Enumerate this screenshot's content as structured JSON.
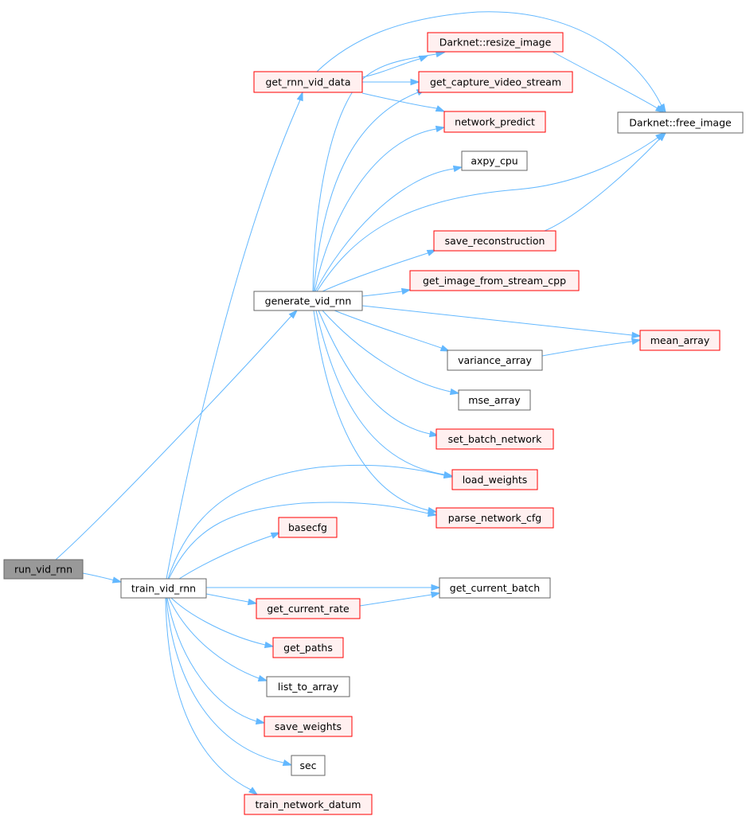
{
  "colors": {
    "edge": "#63b8ff",
    "root_fill": "#999999",
    "root_stroke": "#666666",
    "plain_fill": "#ffffff",
    "plain_stroke": "#666666",
    "external_fill": "#fff0f0",
    "external_stroke": "#ff0000"
  },
  "nodes": {
    "run_vid_rnn": {
      "label": "run_vid_rnn",
      "style": "root"
    },
    "get_rnn_vid_data": {
      "label": "get_rnn_vid_data",
      "style": "external"
    },
    "generate_vid_rnn": {
      "label": "generate_vid_rnn",
      "style": "plain"
    },
    "train_vid_rnn": {
      "label": "train_vid_rnn",
      "style": "plain"
    },
    "resize_image": {
      "label": "Darknet::resize_image",
      "style": "external"
    },
    "get_capture_video_stream": {
      "label": "get_capture_video_stream",
      "style": "external"
    },
    "network_predict": {
      "label": "network_predict",
      "style": "external"
    },
    "free_image": {
      "label": "Darknet::free_image",
      "style": "plain"
    },
    "axpy_cpu": {
      "label": "axpy_cpu",
      "style": "plain"
    },
    "save_reconstruction": {
      "label": "save_reconstruction",
      "style": "external"
    },
    "get_image_from_stream_cpp": {
      "label": "get_image_from_stream_cpp",
      "style": "external"
    },
    "mean_array": {
      "label": "mean_array",
      "style": "external"
    },
    "variance_array": {
      "label": "variance_array",
      "style": "plain"
    },
    "mse_array": {
      "label": "mse_array",
      "style": "plain"
    },
    "set_batch_network": {
      "label": "set_batch_network",
      "style": "external"
    },
    "load_weights": {
      "label": "load_weights",
      "style": "external"
    },
    "parse_network_cfg": {
      "label": "parse_network_cfg",
      "style": "external"
    },
    "basecfg": {
      "label": "basecfg",
      "style": "external"
    },
    "get_current_batch": {
      "label": "get_current_batch",
      "style": "plain"
    },
    "get_current_rate": {
      "label": "get_current_rate",
      "style": "external"
    },
    "get_paths": {
      "label": "get_paths",
      "style": "external"
    },
    "list_to_array": {
      "label": "list_to_array",
      "style": "plain"
    },
    "save_weights": {
      "label": "save_weights",
      "style": "external"
    },
    "sec": {
      "label": "sec",
      "style": "plain"
    },
    "train_network_datum": {
      "label": "train_network_datum",
      "style": "external"
    }
  },
  "edges": [
    {
      "from": "run_vid_rnn",
      "to": "generate_vid_rnn"
    },
    {
      "from": "run_vid_rnn",
      "to": "train_vid_rnn"
    },
    {
      "from": "get_rnn_vid_data",
      "to": "resize_image"
    },
    {
      "from": "get_rnn_vid_data",
      "to": "get_capture_video_stream"
    },
    {
      "from": "get_rnn_vid_data",
      "to": "network_predict"
    },
    {
      "from": "get_rnn_vid_data",
      "to": "free_image"
    },
    {
      "from": "resize_image",
      "to": "free_image"
    },
    {
      "from": "save_reconstruction",
      "to": "free_image"
    },
    {
      "from": "generate_vid_rnn",
      "to": "resize_image"
    },
    {
      "from": "generate_vid_rnn",
      "to": "get_capture_video_stream"
    },
    {
      "from": "generate_vid_rnn",
      "to": "network_predict"
    },
    {
      "from": "generate_vid_rnn",
      "to": "axpy_cpu"
    },
    {
      "from": "generate_vid_rnn",
      "to": "free_image"
    },
    {
      "from": "generate_vid_rnn",
      "to": "save_reconstruction"
    },
    {
      "from": "generate_vid_rnn",
      "to": "get_image_from_stream_cpp"
    },
    {
      "from": "generate_vid_rnn",
      "to": "mean_array"
    },
    {
      "from": "generate_vid_rnn",
      "to": "variance_array"
    },
    {
      "from": "generate_vid_rnn",
      "to": "mse_array"
    },
    {
      "from": "generate_vid_rnn",
      "to": "set_batch_network"
    },
    {
      "from": "generate_vid_rnn",
      "to": "load_weights"
    },
    {
      "from": "generate_vid_rnn",
      "to": "parse_network_cfg"
    },
    {
      "from": "variance_array",
      "to": "mean_array"
    },
    {
      "from": "train_vid_rnn",
      "to": "get_rnn_vid_data"
    },
    {
      "from": "train_vid_rnn",
      "to": "load_weights"
    },
    {
      "from": "train_vid_rnn",
      "to": "parse_network_cfg"
    },
    {
      "from": "train_vid_rnn",
      "to": "basecfg"
    },
    {
      "from": "train_vid_rnn",
      "to": "get_current_batch"
    },
    {
      "from": "train_vid_rnn",
      "to": "get_current_rate"
    },
    {
      "from": "train_vid_rnn",
      "to": "get_paths"
    },
    {
      "from": "train_vid_rnn",
      "to": "list_to_array"
    },
    {
      "from": "train_vid_rnn",
      "to": "save_weights"
    },
    {
      "from": "train_vid_rnn",
      "to": "sec"
    },
    {
      "from": "train_vid_rnn",
      "to": "train_network_datum"
    },
    {
      "from": "get_current_rate",
      "to": "get_current_batch"
    }
  ]
}
